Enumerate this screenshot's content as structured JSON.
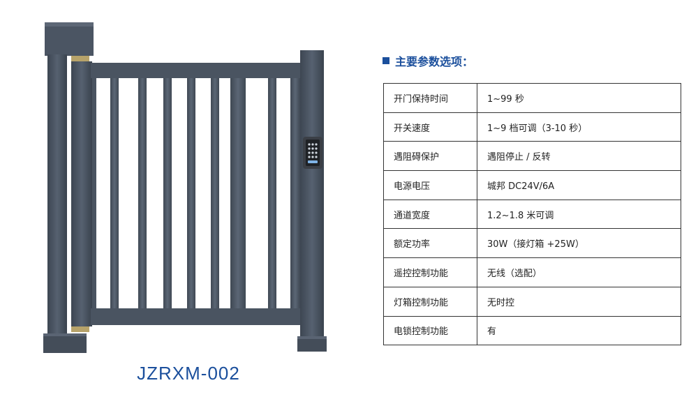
{
  "product": {
    "model": "JZRXM-002"
  },
  "spec_section": {
    "heading": "主要参数选项："
  },
  "spec_rows": [
    {
      "label": "开门保持时间",
      "value": "1~99 秒"
    },
    {
      "label": "开关速度",
      "value": "1~9 档可调（3-10 秒）"
    },
    {
      "label": "遇阻碍保护",
      "value": "遇阻停止 / 反转"
    },
    {
      "label": "电源电压",
      "value": "城邦 DC24V/6A"
    },
    {
      "label": "通道宽度",
      "value": "1.2~1.8 米可调"
    },
    {
      "label": "额定功率",
      "value": "30W（接灯箱 +25W）"
    },
    {
      "label": "遥控控制功能",
      "value": "无线（选配）"
    },
    {
      "label": "灯箱控制功能",
      "value": "无时控"
    },
    {
      "label": "电锁控制功能",
      "value": "有"
    }
  ],
  "colors": {
    "accent_blue": "#1b4f9c",
    "gate_frame": "#4a5461",
    "table_border": "#333333"
  },
  "icons": {
    "heading_bullet": "square-bullet-icon",
    "keypad": "card-reader-keypad-icon"
  }
}
